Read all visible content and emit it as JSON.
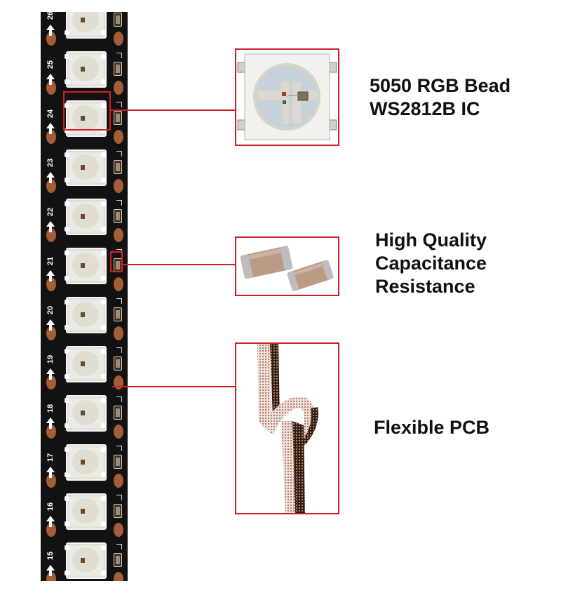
{
  "strip": {
    "segment_numbers": [
      "26",
      "25",
      "24",
      "23",
      "22",
      "21",
      "20",
      "19",
      "18",
      "17",
      "16",
      "15"
    ]
  },
  "callouts": [
    {
      "lines": [
        "5050 RGB Bead",
        "WS2812B IC"
      ]
    },
    {
      "lines": [
        "High Quality",
        "Capacitance",
        "Resistance"
      ]
    },
    {
      "lines": [
        "Flexible PCB"
      ]
    }
  ],
  "colors": {
    "accent_red": "#d11f26",
    "pcb_black": "#121212",
    "pad_copper": "#a55d35",
    "led_body": "#eceae4"
  }
}
